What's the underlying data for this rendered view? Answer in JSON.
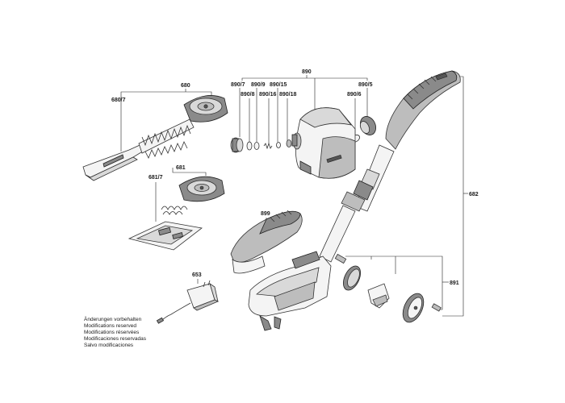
{
  "diagram": {
    "labels": {
      "p890": "890",
      "p890_7": "890/7",
      "p890_8": "890/8",
      "p890_9": "890/9",
      "p890_16": "890/16",
      "p890_15": "890/15",
      "p890_18": "890/18",
      "p890_5": "890/5",
      "p890_6": "890/6",
      "p680": "680",
      "p680_7": "680/7",
      "p681": "681",
      "p681_7": "681/7",
      "p899": "899",
      "p682": "682",
      "p891": "891",
      "p653": "653"
    },
    "notes": [
      "Änderungen vorbehalten",
      "Modifications reserved",
      "Modifications réservées",
      "Modificaciones reservadas",
      "Salvo modificaciones"
    ]
  }
}
